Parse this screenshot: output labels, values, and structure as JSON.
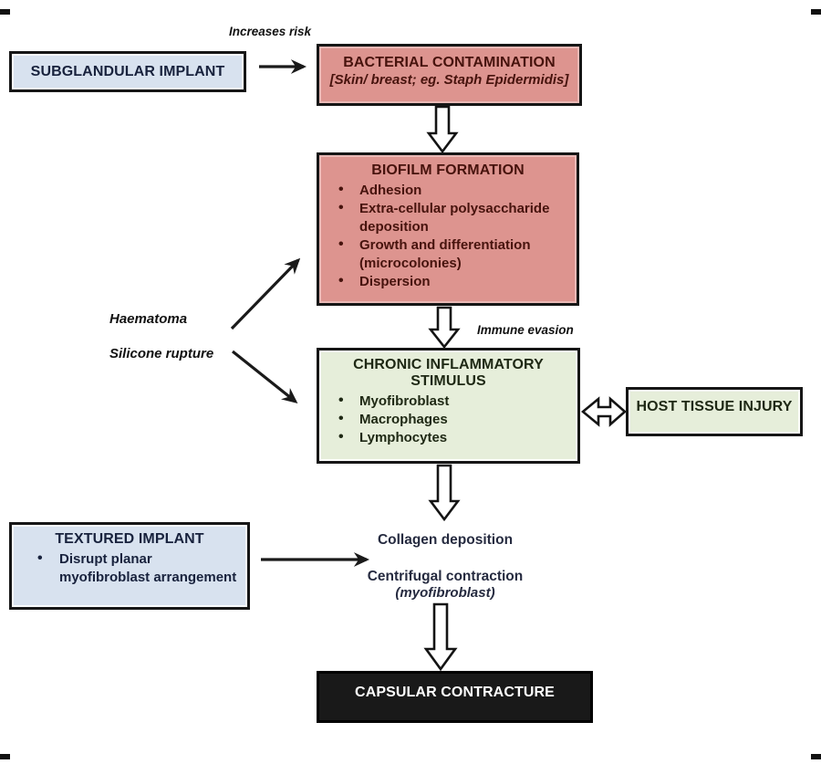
{
  "diagram": {
    "labels": {
      "increases_risk": "Increases risk",
      "haematoma": "Haematoma",
      "silicone_rupture": "Silicone rupture",
      "immune_evasion": "Immune evasion",
      "collagen_deposition": "Collagen deposition",
      "centrifugal_contraction": "Centrifugal contraction",
      "myofibroblast_note": "(myofibroblast)"
    },
    "boxes": {
      "subglandular": {
        "title": "SUBGLANDULAR IMPLANT"
      },
      "bacterial": {
        "title": "BACTERIAL CONTAMINATION",
        "subtitle": "[Skin/ breast; eg. Staph Epidermidis]"
      },
      "biofilm": {
        "title": "BIOFILM FORMATION",
        "bullets": [
          "Adhesion",
          "Extra-cellular polysaccharide deposition",
          "Growth and differentiation (microcolonies)",
          "Dispersion"
        ]
      },
      "chronic": {
        "title_lines": [
          "CHRONIC INFLAMMATORY",
          "STIMULUS"
        ],
        "bullets": [
          "Myofibroblast",
          "Macrophages",
          "Lymphocytes"
        ]
      },
      "host_tissue": {
        "title": "HOST TISSUE INJURY"
      },
      "textured": {
        "title": "TEXTURED IMPLANT",
        "bullets": [
          "Disrupt planar myofibroblast arrangement"
        ]
      },
      "capsular": {
        "title": "CAPSULAR CONTRACTURE"
      }
    },
    "colors": {
      "pink_box": "#dd948f",
      "blue_box": "#d8e2ef",
      "green_box": "#e6eeda",
      "black_box": "#191919",
      "maroon_text": "#47130d",
      "navy_text": "#18223d",
      "green_text": "#1e2814",
      "arrow": "#1a1a1a"
    }
  }
}
